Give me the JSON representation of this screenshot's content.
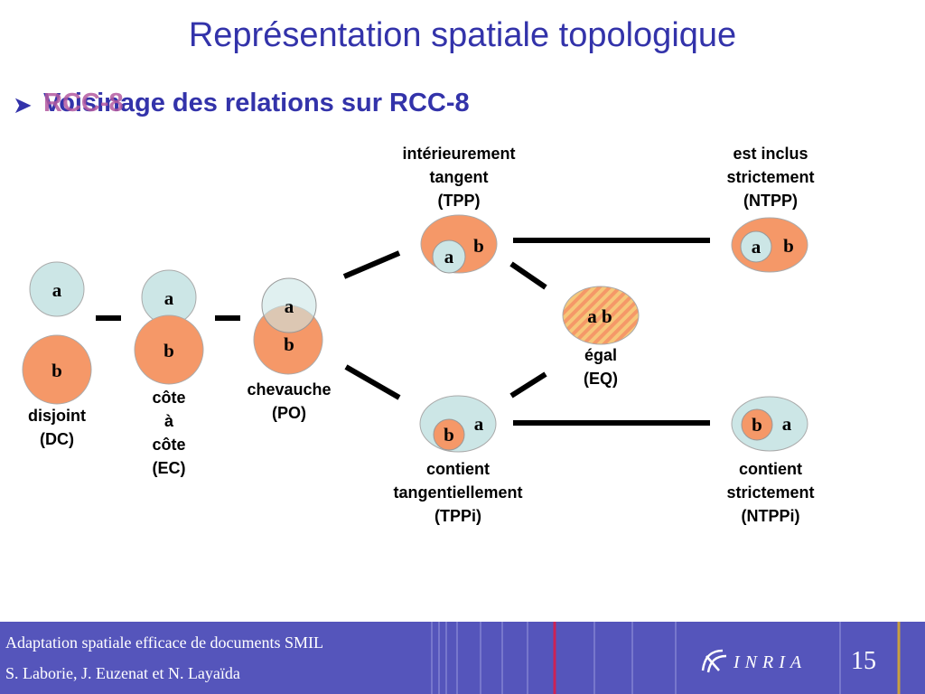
{
  "slide": {
    "title": "Représentation spatiale topologique",
    "bullet_line_1": "Voisinage des relations sur RCC-8",
    "bullet_line_2": "RCC-8",
    "page_number": "15"
  },
  "colors": {
    "region_a": "#cce6e6",
    "region_b": "#f59868",
    "title": "#3333aa",
    "footer_bg": "#5555bb",
    "footer_stripe": "#7777cc",
    "footer_accent_red": "#cc2255",
    "footer_accent_gold": "#c9a040"
  },
  "relations": {
    "dc": {
      "a": "a",
      "b": "b",
      "lines": [
        "disjoint",
        "(DC)"
      ]
    },
    "ec": {
      "a": "a",
      "b": "b",
      "lines": [
        "côte",
        "à",
        "côte",
        "(EC)"
      ]
    },
    "po": {
      "a": "a",
      "b": "b",
      "lines": [
        "chevauche",
        "(PO)"
      ]
    },
    "tpp": {
      "a": "a",
      "b": "b",
      "lines": [
        "intérieurement",
        "tangent",
        "(TPP)"
      ]
    },
    "ntpp": {
      "a": "a",
      "b": "b",
      "lines": [
        "est inclus",
        "strictement",
        "(NTPP)"
      ]
    },
    "eq": {
      "ab": "a b",
      "lines": [
        "égal",
        "(EQ)"
      ]
    },
    "tppi": {
      "a": "a",
      "b": "b",
      "lines": [
        "contient",
        "tangentiellement",
        "(TPPi)"
      ]
    },
    "ntppi": {
      "a": "a",
      "b": "b",
      "lines": [
        "contient",
        "strictement",
        "(NTPPi)"
      ]
    }
  },
  "footer": {
    "line_1": "Adaptation spatiale efficace de documents SMIL",
    "line_2": "S. Laborie, J. Euzenat et N. Layaïda",
    "logo_text": "INRIA"
  }
}
